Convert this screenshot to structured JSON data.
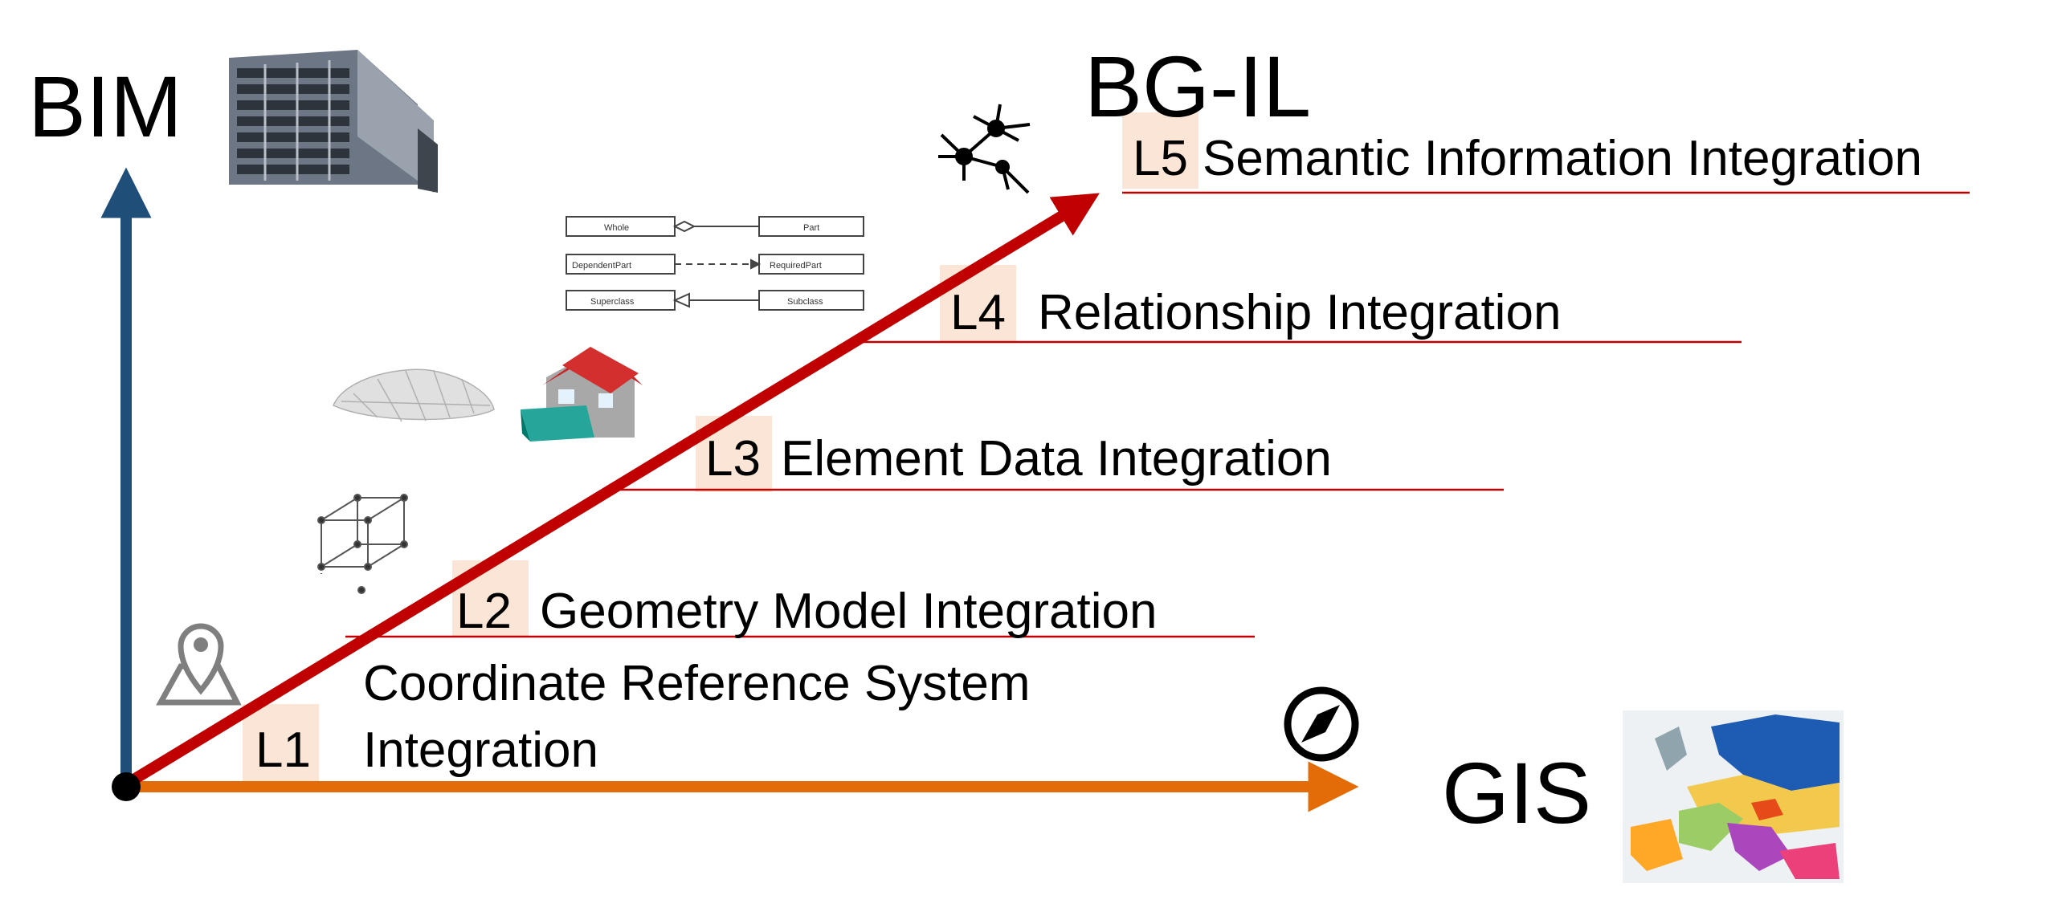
{
  "axes": {
    "vertical_label": "BIM",
    "horizontal_label": "GIS",
    "diagonal_label": "BG-IL"
  },
  "levels": [
    {
      "code": "L1",
      "text_line1": "Coordinate Reference System",
      "text_line2": "Integration"
    },
    {
      "code": "L2",
      "text": "Geometry Model Integration"
    },
    {
      "code": "L3",
      "text": "Element Data Integration"
    },
    {
      "code": "L4",
      "text": "Relationship Integration"
    },
    {
      "code": "L5",
      "text": "Semantic Information Integration"
    }
  ],
  "uml_boxes": {
    "whole": "Whole",
    "part": "Part",
    "dependent_part": "DependentPart",
    "required_part": "RequiredPart",
    "superclass": "Superclass",
    "subclass": "Subclass"
  },
  "colors": {
    "bim_axis": "#1f4e79",
    "gis_axis": "#e36c09",
    "diagonal_arrow": "#c00000",
    "level_line": "#c00000",
    "level_highlight": "#fbe5d6"
  },
  "icons": [
    "building-icon",
    "location-pin-icon",
    "wireframe-cube-icon",
    "mesh-surface-icon",
    "house-3d-icon",
    "uml-relationship-icon",
    "semantic-network-icon",
    "compass-icon",
    "europe-map-icon"
  ]
}
